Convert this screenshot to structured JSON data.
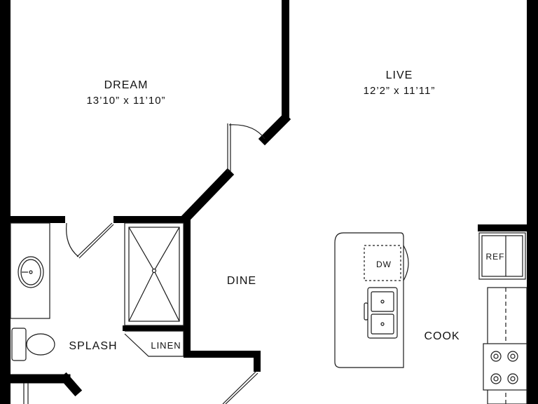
{
  "colors": {
    "wall": "#000000",
    "line": "#1a1a1a",
    "fixture_fill": "#f2f2f2",
    "background": "#ffffff"
  },
  "rooms": {
    "dream": {
      "name": "DREAM",
      "dims": "13’10” x 11’10”"
    },
    "live": {
      "name": "LIVE",
      "dims": "12’2” x 11’11”"
    },
    "dine": {
      "name": "DINE"
    },
    "cook": {
      "name": "COOK"
    },
    "splash": {
      "name": "SPLASH"
    },
    "linen": {
      "name": "LINEN"
    }
  },
  "appliances": {
    "dishwasher": "DW",
    "refrigerator": "REF"
  },
  "icons": [
    "door-swing-icon",
    "sink-icon",
    "toilet-icon",
    "shower-drain-icon",
    "stove-burner-icon",
    "faucet-icon"
  ]
}
